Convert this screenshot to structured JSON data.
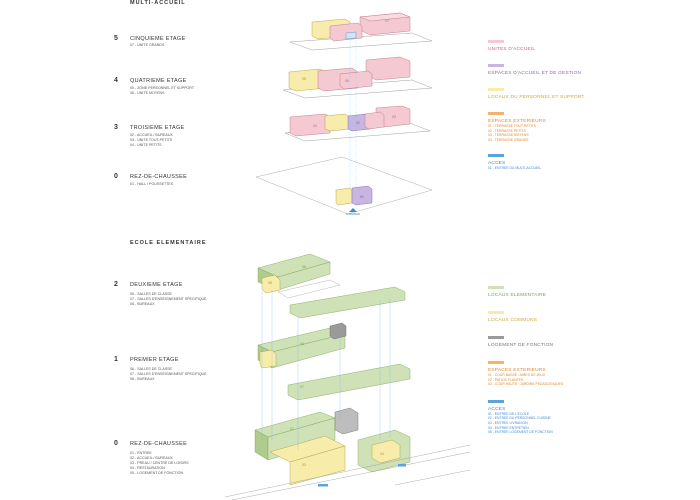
{
  "colors": {
    "pink": "#f4c9d2",
    "pink_dark": "#e7a2b1",
    "purple": "#c7b5e2",
    "yellow": "#f7ecaa",
    "orange": "#f3b26e",
    "blue": "#5ba3d8",
    "green": "#cfe1b7",
    "green_dark": "#afcb8e",
    "grey": "#9a9a9a"
  },
  "sections": [
    {
      "title": "MULTI-ACCUEIL",
      "floors": [
        {
          "num": "5",
          "name": "CINQUIEME ETAGE",
          "items": [
            "07 - UNITE GRANDS"
          ]
        },
        {
          "num": "4",
          "name": "QUATRIEME ETAGE",
          "items": [
            "05 - ZONE PERSONNEL ET SUPPORT",
            "06 - UNITE MOYENS"
          ]
        },
        {
          "num": "3",
          "name": "TROISIEME ETAGE",
          "items": [
            "02 - ACCUEIL / BUREAUX",
            "03 - UNITE TOUT-PETITS",
            "04 - UNITE PETITS"
          ]
        },
        {
          "num": "0",
          "name": "REZ-DE-CHAUSSEE",
          "items": [
            "01 - HALL / POUSSETTES"
          ]
        }
      ]
    },
    {
      "title": "ECOLE ELEMENTAIRE",
      "floors": [
        {
          "num": "2",
          "name": "DEUXIEME ETAGE",
          "items": [
            "06 - SALLES DE CLASSE",
            "07 - SALLES D'ENSEIGNEMENT SPECIFIQUE",
            "08 - BUREAUX"
          ]
        },
        {
          "num": "1",
          "name": "PREMIER ETAGE",
          "items": [
            "06 - SALLES DE CLASSE",
            "07 - SALLES D'ENSEIGNEMENT SPECIFIQUE",
            "08 - BUREAUX"
          ]
        },
        {
          "num": "0",
          "name": "REZ-DE-CHAUSSEE",
          "items": [
            "01 - ENTREE",
            "02 - ACCUEIL / BUREAUX",
            "03 - PREAU / CENTRE DE LOISIRS",
            "04 - RESTAURATION",
            "05 - LOGEMENT DE FONCTION"
          ]
        }
      ]
    }
  ],
  "legend_top": [
    {
      "title": "UNITES D'ACCUEIL",
      "color": "#f4c9d2",
      "text_color": "#d9607c",
      "items": []
    },
    {
      "title": "ESPACES D'ACCUEIL ET DE GESTION",
      "color": "#c7b5e2",
      "text_color": "#8e63bf",
      "items": []
    },
    {
      "title": "LOCAUX DU PERSONNEL ET SUPPORT",
      "color": "#f7ecaa",
      "text_color": "#c9a93a",
      "items": []
    },
    {
      "title": "ESPACES EXTERIEURS",
      "color": "#f3b26e",
      "text_color": "#e0892e",
      "items": [
        "01 - TERRASSE TOUT-PETITS",
        "02 - TERRASSE PETITS",
        "03 - TERRASSE MOYENS",
        "04 - TERRASSE GRANDS"
      ]
    },
    {
      "title": "ACCES",
      "color": "#5ba3d8",
      "text_color": "#3f8ccc",
      "items": [
        "01 - ENTREE DU MULTI-ACCUEIL"
      ]
    }
  ],
  "legend_bottom": [
    {
      "title": "LOCAUX ELEMENTAIRE",
      "color": "#cfe1b7",
      "text_color": "#7aa352",
      "items": []
    },
    {
      "title": "LOCAUX COMMUNS",
      "color": "#f7ecaa",
      "text_color": "#c9a93a",
      "items": []
    },
    {
      "title": "LOGEMENT DE FONCTION",
      "color": "#9a9a9a",
      "text_color": "#777777",
      "items": []
    },
    {
      "title": "ESPACES EXTERIEURS",
      "color": "#f3b26e",
      "text_color": "#e0892e",
      "items": [
        "01 - COUR BASSE : AIRES DE JEUX",
        "02 - PATIOS PLANTES",
        "03 - COUR HAUTE : JARDINS PEDAGOGIQUES"
      ]
    },
    {
      "title": "ACCES",
      "color": "#5ba3d8",
      "text_color": "#3f8ccc",
      "items": [
        "01 - ENTREE DE L'ECOLE",
        "02 - ENTREE DU PERSONNEL CUISINE",
        "03 - ENTREE LIVRAISON",
        "04 - ENTREE ENTRETIEN",
        "05 - ENTREE LOGEMENT DE FONCTION"
      ]
    }
  ],
  "block_labels": {
    "f5_07": "07",
    "f4_05": "05",
    "f4_06": "06",
    "f3_02": "02",
    "f3_03": "03",
    "f3_04": "04",
    "f0_01": "01",
    "e2_06": "06",
    "e2_08": "08",
    "e1_06": "06",
    "e1_07": "07",
    "e0_02": "02",
    "e0_03": "03",
    "e0_04": "04"
  }
}
